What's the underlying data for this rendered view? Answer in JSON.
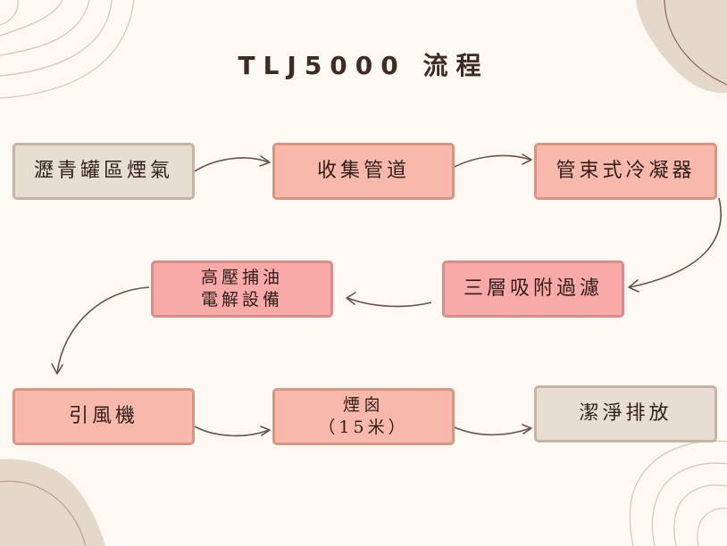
{
  "diagram": {
    "title": "TLJ5000 流程",
    "nodes": [
      {
        "id": "n1",
        "lines": [
          "瀝青罐區煙氣"
        ],
        "style": "beige"
      },
      {
        "id": "n2",
        "lines": [
          "收集管道"
        ],
        "style": "salmon"
      },
      {
        "id": "n3",
        "lines": [
          "管束式冷凝器"
        ],
        "style": "salmon"
      },
      {
        "id": "n4",
        "lines": [
          "三層吸附過濾"
        ],
        "style": "pink"
      },
      {
        "id": "n5",
        "lines": [
          "高壓捕油",
          "電解設備"
        ],
        "style": "pink"
      },
      {
        "id": "n6",
        "lines": [
          "引風機"
        ],
        "style": "salmon"
      },
      {
        "id": "n7",
        "lines": [
          "煙囪",
          "（15米）"
        ],
        "style": "salmon"
      },
      {
        "id": "n8",
        "lines": [
          "潔淨排放"
        ],
        "style": "beige"
      }
    ],
    "edges": [
      {
        "from": "n1",
        "to": "n2"
      },
      {
        "from": "n2",
        "to": "n3"
      },
      {
        "from": "n3",
        "to": "n4"
      },
      {
        "from": "n4",
        "to": "n5"
      },
      {
        "from": "n5",
        "to": "n6"
      },
      {
        "from": "n6",
        "to": "n7"
      },
      {
        "from": "n7",
        "to": "n8"
      }
    ],
    "colors": {
      "background": "#fbf9f1",
      "title": "#3e2c22",
      "beige_fill": "#e8ddd1",
      "salmon_fill": "#f8b8ac",
      "pink_fill": "#f8aaa9",
      "arrow": "#6b5048",
      "decor_blob": "#e4d8cb",
      "decor_line": "#d7c8bb"
    }
  }
}
